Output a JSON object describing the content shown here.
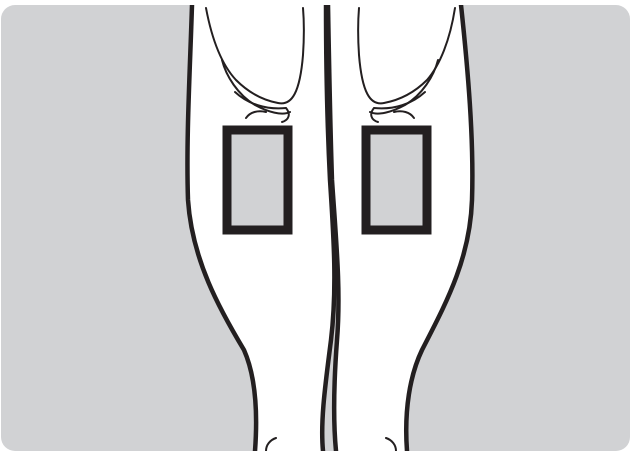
{
  "figure": {
    "subject": "legs-rear-view",
    "colors": {
      "background": "#d1d2d4",
      "skin": "#ffffff",
      "outline": "#231f20",
      "pad_fill": "#d1d2d4",
      "pad_border": "#231f20"
    },
    "pads": [
      {
        "side": "left"
      },
      {
        "side": "right"
      }
    ]
  }
}
